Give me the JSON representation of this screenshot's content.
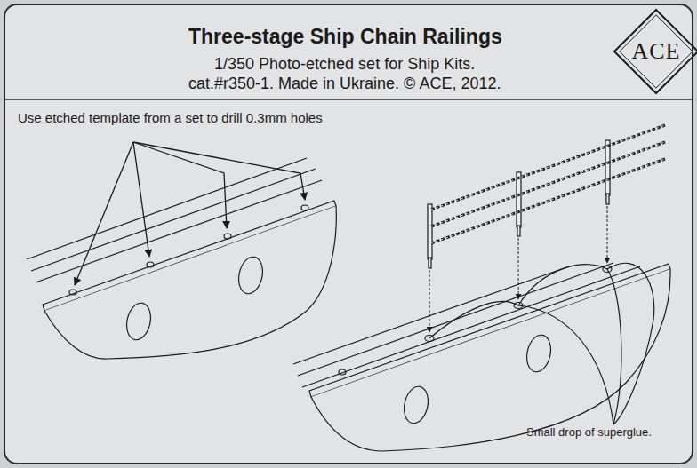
{
  "diagram": {
    "title": "Three-stage Ship Chain Railings",
    "nodes": [
      {
        "text": [
          "ACE"
        ]
      }
    ],
    "labels": [
      "1/350 Photo-etched set for Ship Kits.",
      "cat.#r350-1. Made in Ukraine. © ACE, 2012.",
      "Use etched template from a set to drill 0.3mm holes",
      "Small drop of superglue."
    ]
  }
}
